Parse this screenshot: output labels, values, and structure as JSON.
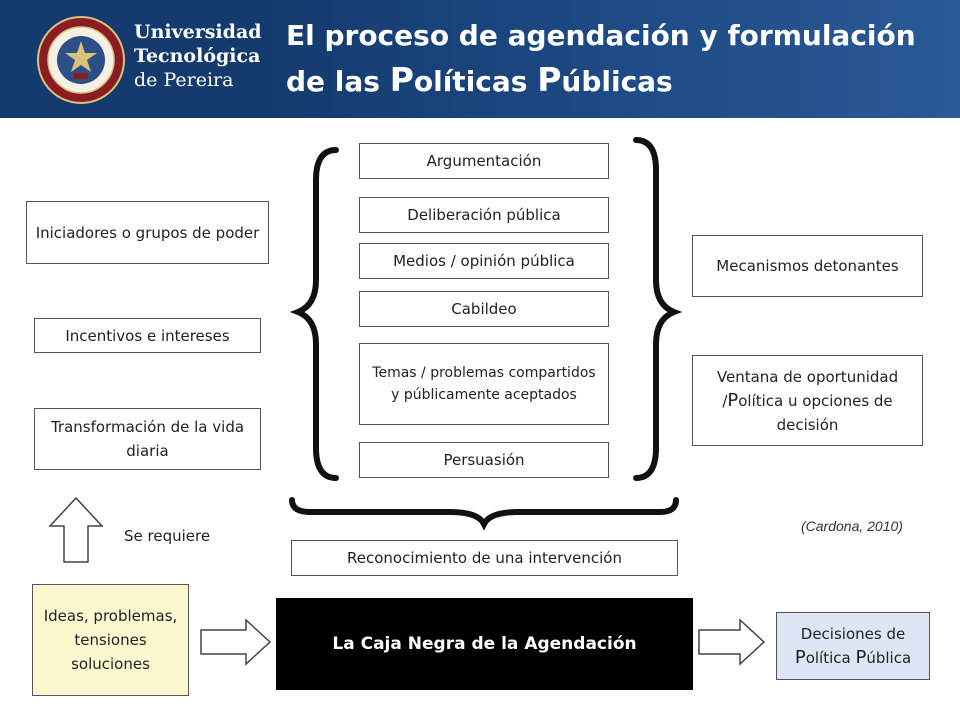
{
  "header": {
    "university": [
      "Universidad",
      "Tecnológica",
      "de Pereira"
    ],
    "title_line1": "El proceso de agendación y formulación",
    "title_line2_a": "de las ",
    "title_line2_b": "P",
    "title_line2_c": "olíticas ",
    "title_line2_d": "P",
    "title_line2_e": "úblicas"
  },
  "left": {
    "box1": "Iniciadores o grupos de poder",
    "box2": "Incentivos e intereses",
    "box3": "Transformación de la vida diaria",
    "requires": "Se requiere"
  },
  "center": {
    "items": [
      "Argumentación",
      "Deliberación pública",
      "Medios / opinión pública",
      "Cabildeo",
      "Temas / problemas compartidos y públicamente aceptados",
      "Persuasión"
    ],
    "recognition": "Reconocimiento de una intervención"
  },
  "right": {
    "box1": "Mecanismos detonantes",
    "box2_a": "Ventana de oportunidad /",
    "box2_b": "P",
    "box2_c": "olítica u opciones de decisión",
    "citation": "(Cardona, 2010)"
  },
  "bottom": {
    "ideas": "Ideas, problemas, tensiones soluciones",
    "black_box": "La Caja Negra de la Agendación",
    "decisions_a": "Decisiones de ",
    "decisions_b": "P",
    "decisions_c": "olítica ",
    "decisions_d": "P",
    "decisions_e": "ública"
  },
  "colors": {
    "header": "#1b4680",
    "ideas_box": "#fbf7cf",
    "decisions_box": "#dce6f5",
    "black_box": "#000000"
  }
}
